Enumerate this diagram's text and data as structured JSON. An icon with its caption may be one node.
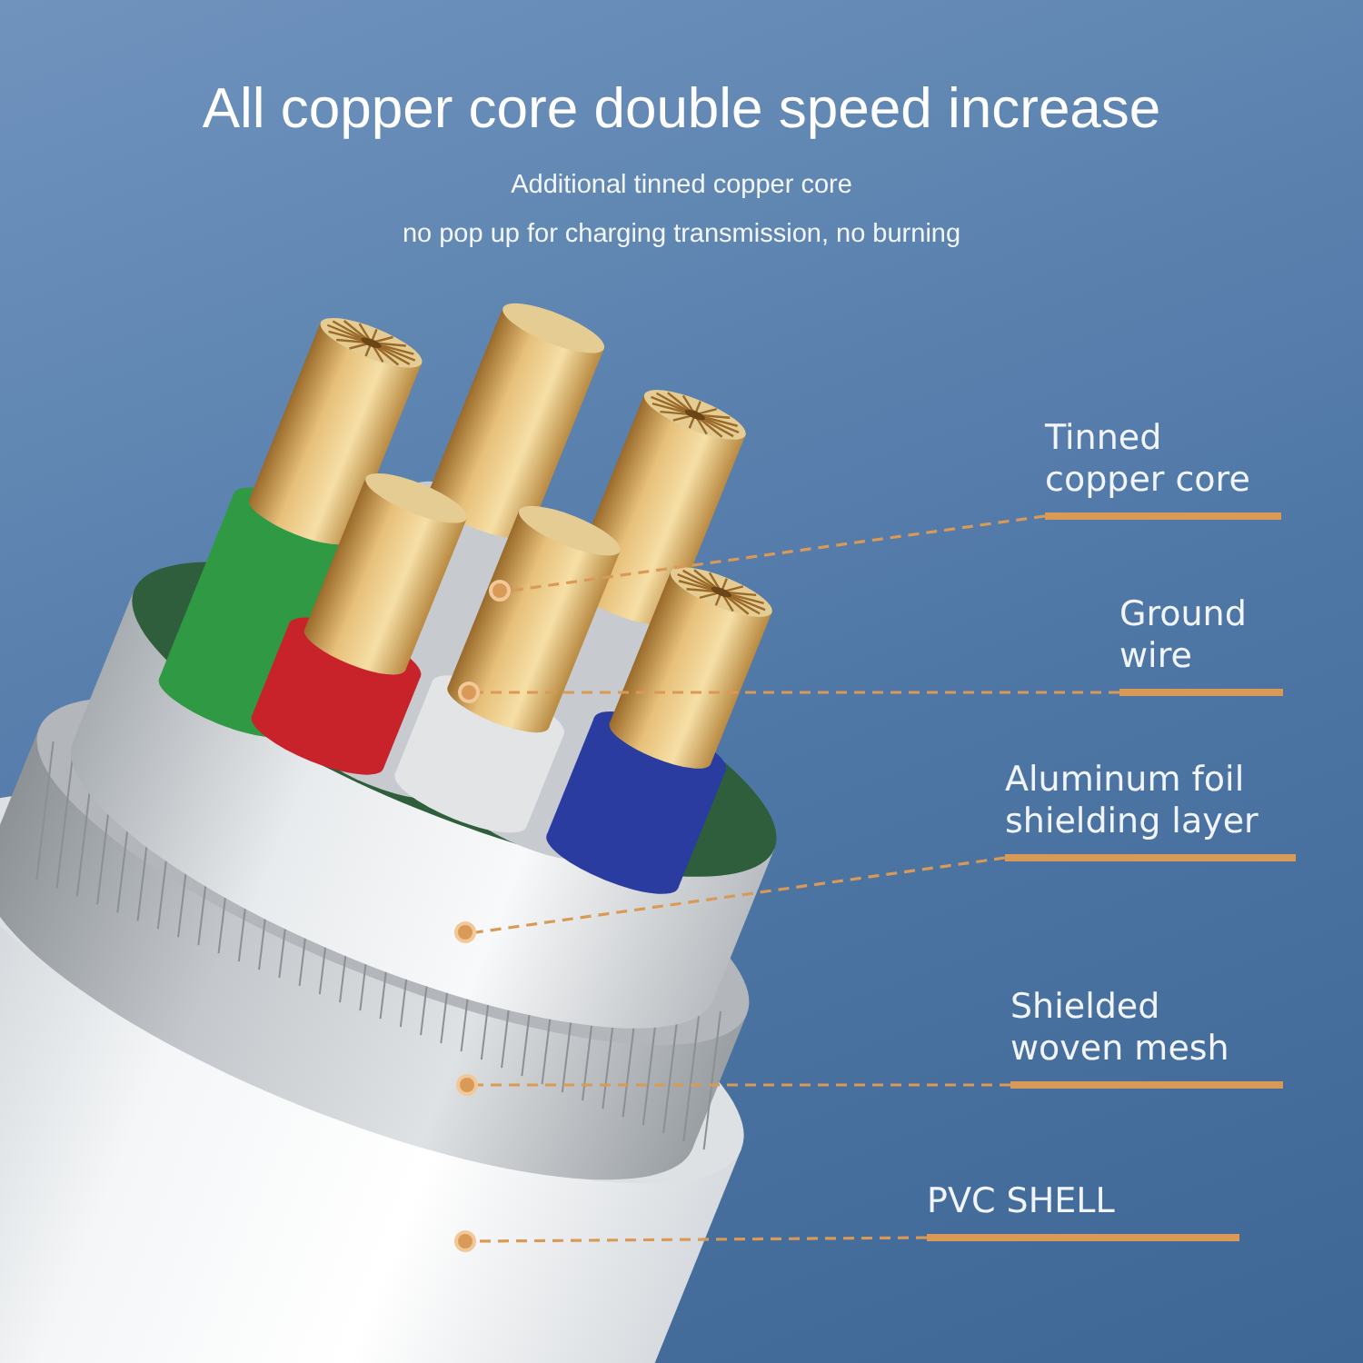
{
  "diagram": {
    "title": "All copper core double speed increase",
    "nodes": [
      {
        "text": [
          "Tinned copper core"
        ]
      },
      {
        "text": [
          "Ground wire"
        ]
      },
      {
        "text": [
          "Aluminum foil shielding layer"
        ]
      },
      {
        "text": [
          "Shielded woven mesh"
        ]
      },
      {
        "text": [
          "PVC SHELL"
        ]
      },
      {
        "text": [],
        "shape": "circle"
      },
      {
        "text": [],
        "shape": "circle"
      },
      {
        "text": [],
        "shape": "circle"
      },
      {
        "text": [],
        "shape": "circle"
      },
      {
        "text": [],
        "shape": "circle"
      }
    ],
    "edges": [
      {
        "from": 0,
        "to": 5,
        "arrow": "none",
        "style": "dashed"
      },
      {
        "from": 1,
        "to": 6,
        "arrow": "none",
        "style": "dashed"
      },
      {
        "from": 2,
        "to": 7,
        "arrow": "none",
        "style": "dashed"
      },
      {
        "from": 3,
        "to": 8,
        "arrow": "none",
        "style": "dashed"
      },
      {
        "from": 4,
        "to": 9,
        "arrow": "none",
        "style": "dashed"
      }
    ],
    "labels": [
      "Additional tinned copper core",
      "no pop up for charging transmission, no burning"
    ]
  }
}
